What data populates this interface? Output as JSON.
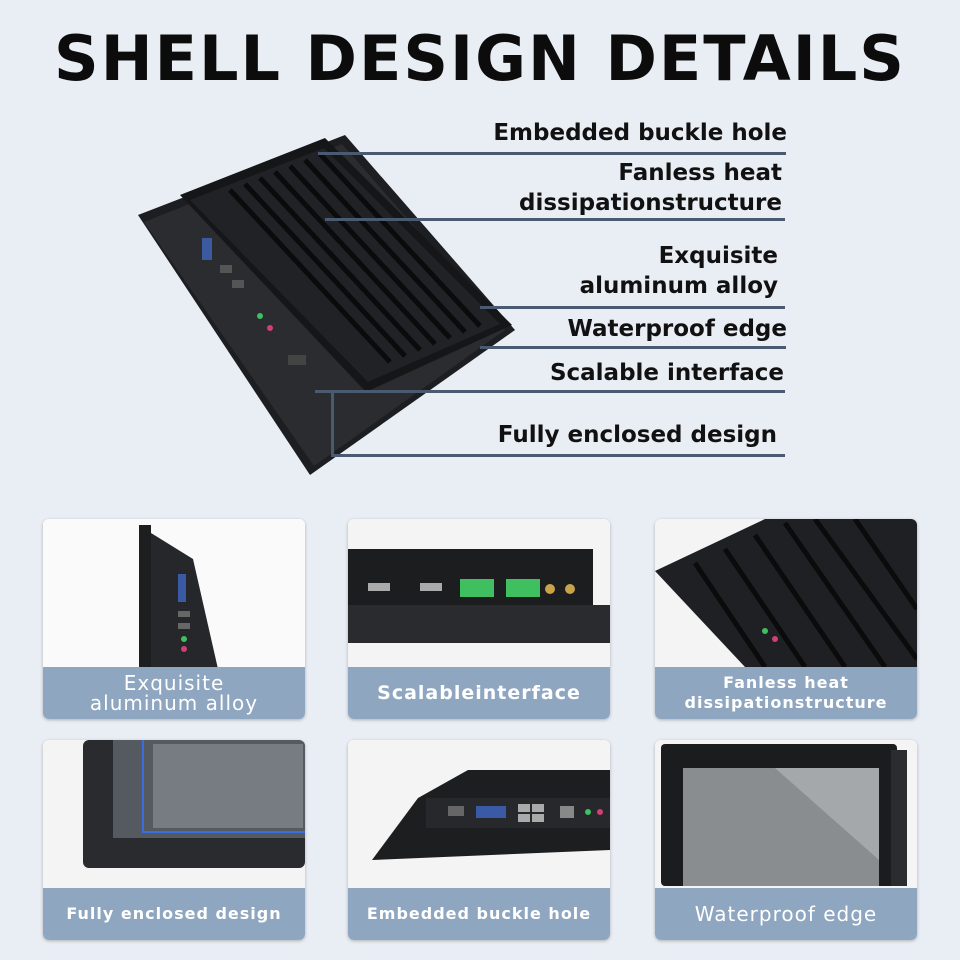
{
  "title": "SHELL DESIGN DETAILS",
  "callouts": [
    {
      "line1": "Embedded buckle hole",
      "line2": ""
    },
    {
      "line1": "Fanless heat",
      "line2": "dissipationstructure"
    },
    {
      "line1": "Exquisite",
      "line2": "aluminum alloy"
    },
    {
      "line1": "Waterproof edge",
      "line2": ""
    },
    {
      "line1": "Scalable interface",
      "line2": ""
    },
    {
      "line1": "Fully enclosed design",
      "line2": ""
    }
  ],
  "cards": [
    {
      "line1": "Exquisite",
      "line2": "aluminum alloy"
    },
    {
      "line1": "Scalableinterface",
      "line2": ""
    },
    {
      "line1": "Fanless heat",
      "line2": "dissipationstructure"
    },
    {
      "line1": "Fully enclosed design",
      "line2": ""
    },
    {
      "line1": "Embedded buckle hole",
      "line2": ""
    },
    {
      "line1": "Waterproof edge",
      "line2": ""
    }
  ],
  "colors": {
    "caption_bg": "#8ea6bf",
    "callout_line": "#4a5a70",
    "background": "#e9edf4"
  }
}
